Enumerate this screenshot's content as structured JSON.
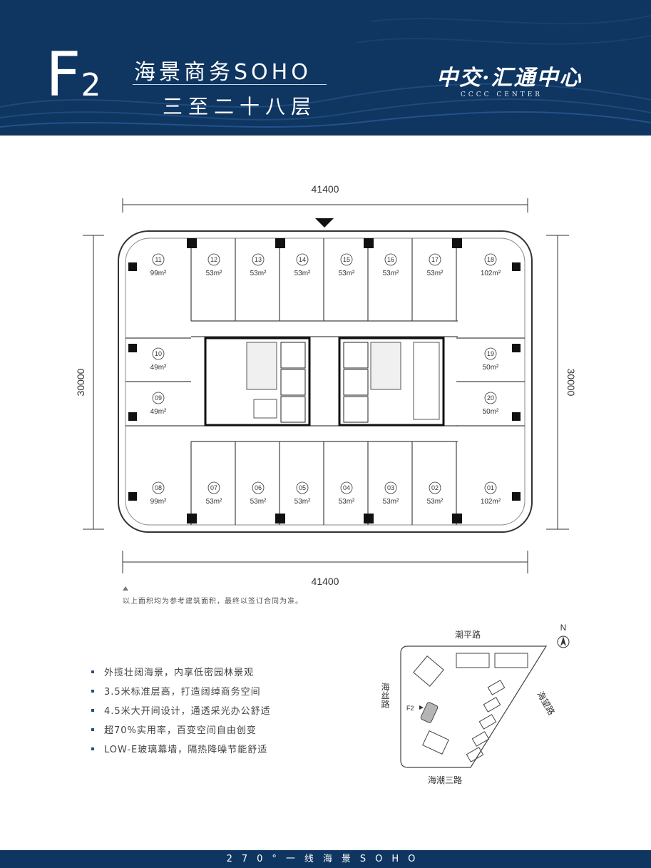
{
  "header": {
    "code_letter": "F",
    "code_number": "2",
    "title": "海景商务SOHO",
    "floors": "三至二十八层",
    "logo_cn": "中交·汇通中心",
    "logo_en": "CCCC CENTER",
    "background_color": "#0f3561"
  },
  "plan": {
    "dim_top": "41400",
    "dim_bottom": "41400",
    "dim_left": "30000",
    "dim_right": "30000",
    "units_top": [
      {
        "num": "11",
        "area": "99m²"
      },
      {
        "num": "12",
        "area": "53m²"
      },
      {
        "num": "13",
        "area": "53m²"
      },
      {
        "num": "14",
        "area": "53m²"
      },
      {
        "num": "15",
        "area": "53m²"
      },
      {
        "num": "16",
        "area": "53m²"
      },
      {
        "num": "17",
        "area": "53m²"
      },
      {
        "num": "18",
        "area": "102m²"
      }
    ],
    "units_bottom": [
      {
        "num": "08",
        "area": "99m²"
      },
      {
        "num": "07",
        "area": "53m²"
      },
      {
        "num": "06",
        "area": "53m²"
      },
      {
        "num": "05",
        "area": "53m²"
      },
      {
        "num": "04",
        "area": "53m²"
      },
      {
        "num": "03",
        "area": "53m²"
      },
      {
        "num": "02",
        "area": "53m²"
      },
      {
        "num": "01",
        "area": "102m²"
      }
    ],
    "units_left": [
      {
        "num": "10",
        "area": "49m²"
      },
      {
        "num": "09",
        "area": "49m²"
      }
    ],
    "units_right": [
      {
        "num": "19",
        "area": "50m²"
      },
      {
        "num": "20",
        "area": "50m²"
      }
    ]
  },
  "note": "以上面积均为参考建筑面积，最终以签订合同为准。",
  "features": [
    "外揽壮阔海景，内享低密园林景观",
    "3.5米标准层高，打造阔绰商务空间",
    "4.5米大开间设计，通透采光办公舒适",
    "超70%实用率，百变空间自由创变",
    "LOW-E玻璃幕墙，隔热降噪节能舒适"
  ],
  "site_map": {
    "road_north": "潮平路",
    "road_west": "海丝路",
    "road_east": "海望路",
    "road_south": "海潮三路",
    "marker": "F2",
    "compass": "N"
  },
  "footer": "270°一线海景SOHO"
}
